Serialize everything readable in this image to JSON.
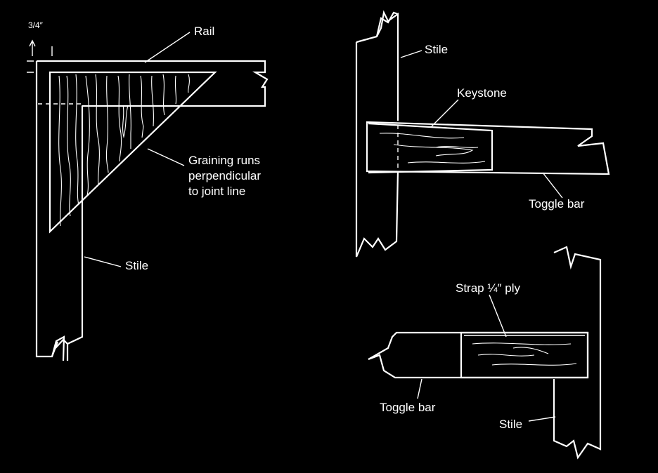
{
  "labels": {
    "three_quarter": "3/4″",
    "rail": "Rail",
    "graining_line1": "Graining runs",
    "graining_line2": "perpendicular",
    "graining_line3": "to joint line",
    "stile_left": "Stile",
    "stile_top_right": "Stile",
    "keystone": "Keystone",
    "toggle_bar_top": "Toggle bar",
    "strap": "Strap ¼″ ply",
    "toggle_bar_bottom": "Toggle bar",
    "stile_bottom_right": "Stile"
  },
  "colors": {
    "background": "#000000",
    "line": "#ffffff"
  }
}
